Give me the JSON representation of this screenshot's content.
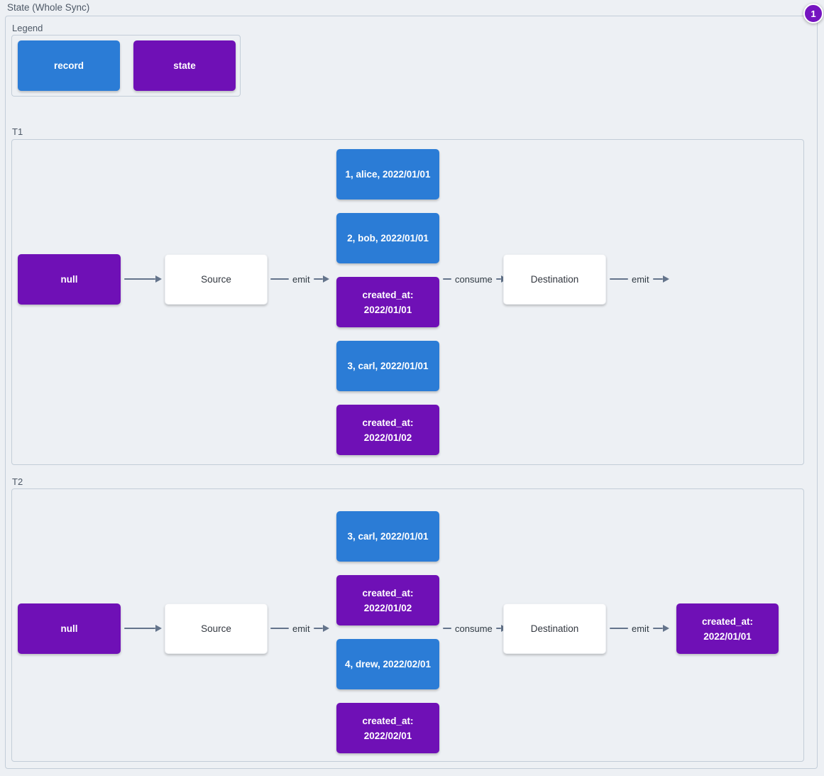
{
  "page": {
    "title": "State (Whole Sync)",
    "badge": "1"
  },
  "colors": {
    "record": "#2b7cd6",
    "state": "#6f10b6",
    "arrow": "#64748b",
    "background": "#edf0f4",
    "group_border": "#c3cdd8",
    "badge": "#7514c0"
  },
  "legend": {
    "label": "Legend",
    "items": [
      {
        "type": "record",
        "label": "record"
      },
      {
        "type": "state",
        "label": "state"
      }
    ]
  },
  "sections": [
    {
      "label": "T1",
      "null_node": "null",
      "source": "Source",
      "destination": "Destination",
      "emit_in": "emit",
      "consume": "consume",
      "emit_out": "emit",
      "stack": [
        {
          "type": "record",
          "lines": [
            "1, alice, 2022/01/01"
          ]
        },
        {
          "type": "record",
          "lines": [
            "2, bob, 2022/01/01"
          ]
        },
        {
          "type": "state",
          "lines": [
            "created_at:",
            "2022/01/01"
          ]
        },
        {
          "type": "record",
          "lines": [
            "3, carl, 2022/01/01"
          ]
        },
        {
          "type": "state",
          "lines": [
            "created_at:",
            "2022/01/02"
          ]
        }
      ]
    },
    {
      "label": "T2",
      "null_node": "null",
      "source": "Source",
      "destination": "Destination",
      "emit_in": "emit",
      "consume": "consume",
      "emit_out": "emit",
      "stack": [
        {
          "type": "record",
          "lines": [
            "3, carl, 2022/01/01"
          ]
        },
        {
          "type": "state",
          "lines": [
            "created_at:",
            "2022/01/02"
          ]
        },
        {
          "type": "record",
          "lines": [
            "4, drew, 2022/02/01"
          ]
        },
        {
          "type": "state",
          "lines": [
            "created_at:",
            "2022/02/01"
          ]
        }
      ],
      "output": {
        "type": "state",
        "lines": [
          "created_at:",
          "2022/01/01"
        ]
      }
    }
  ]
}
